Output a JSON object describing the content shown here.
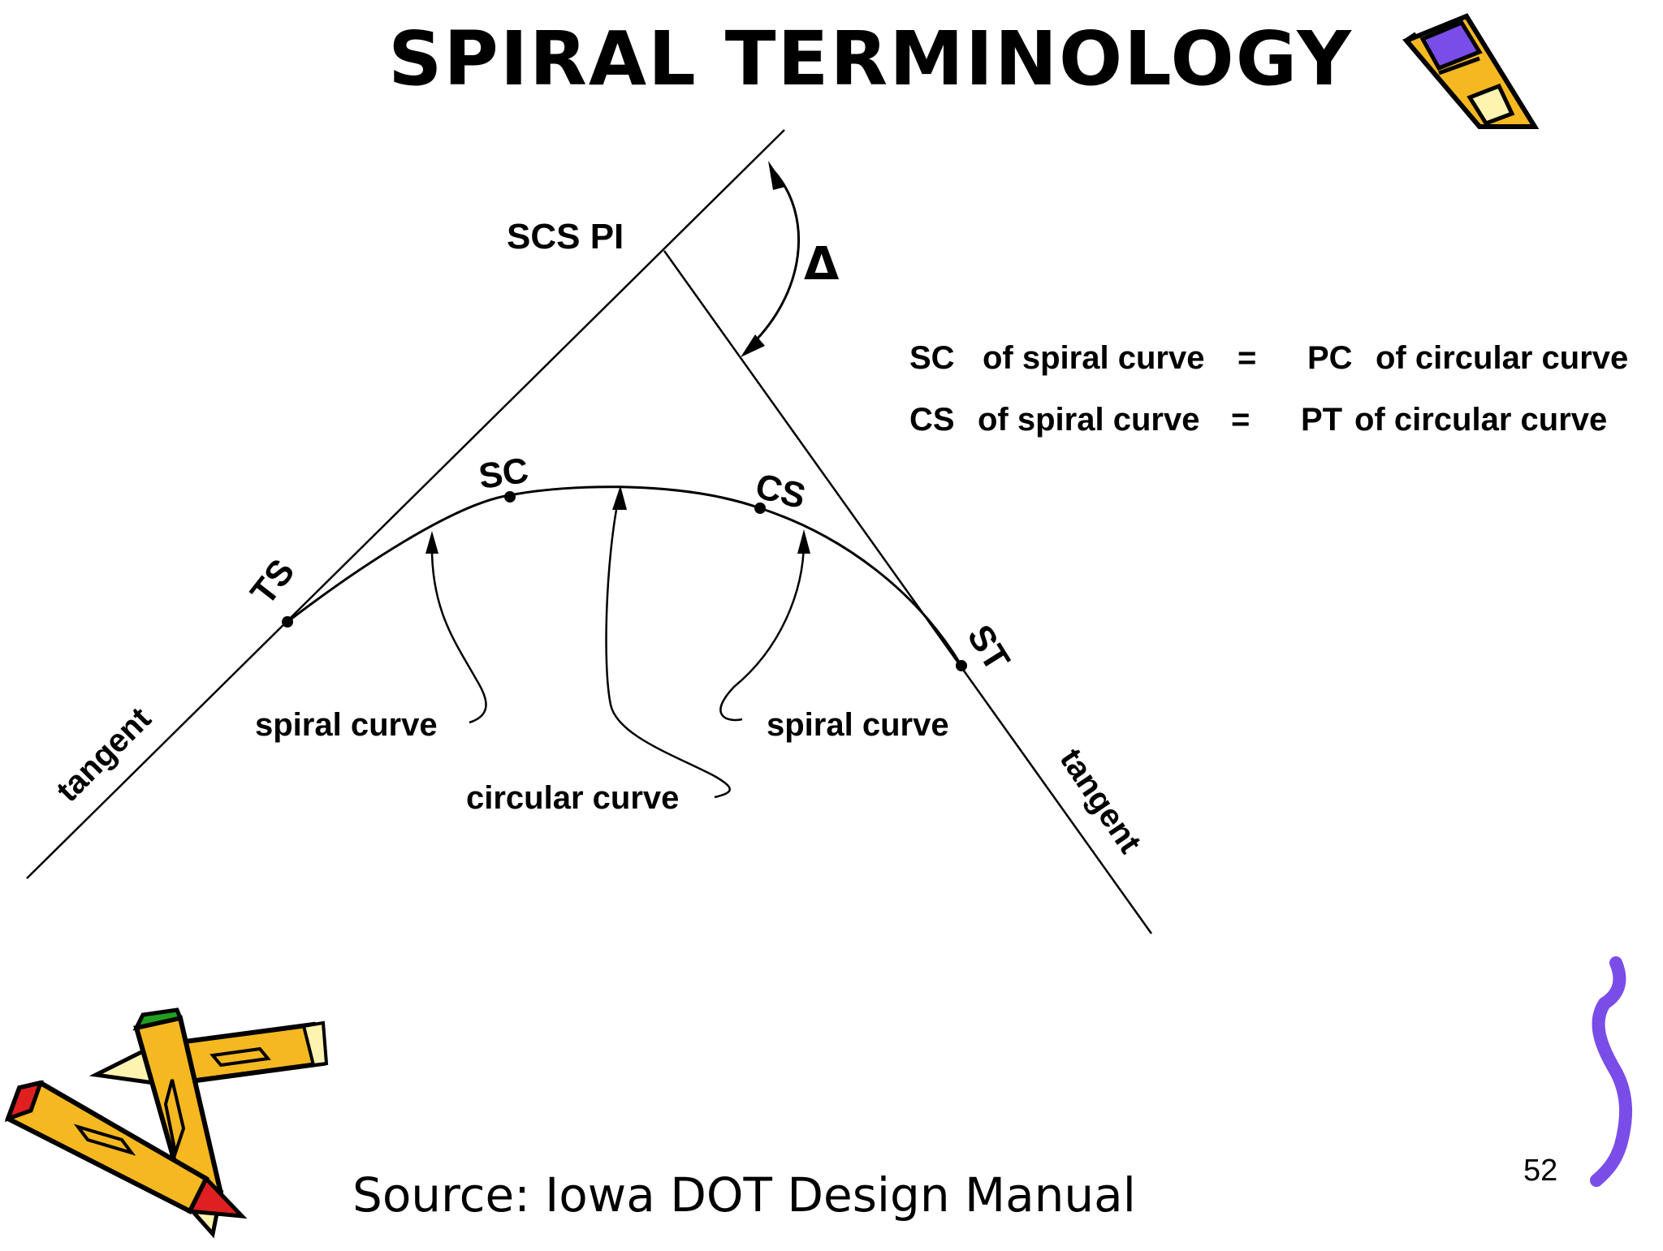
{
  "slide": {
    "title": "SPIRAL TERMINOLOGY",
    "source": "Source: Iowa DOT Design Manual",
    "page_number": "52"
  },
  "diagram": {
    "pi_label": "SCS  PI",
    "delta_symbol": "Δ",
    "points": {
      "ts": "TS",
      "sc": "SC",
      "cs": "CS",
      "st": "ST"
    },
    "tangent_left": "tangent",
    "tangent_right": "tangent",
    "spiral_left": "spiral curve",
    "spiral_right": "spiral curve",
    "circular": "circular curve"
  },
  "legend": {
    "row1": {
      "term": "SC",
      "lhs": "of spiral curve",
      "eq": "=",
      "term2": "PC",
      "rhs": "of circular curve"
    },
    "row2": {
      "term": "CS",
      "lhs": "of spiral curve",
      "eq": "=",
      "term2": "PT",
      "rhs": "of circular curve"
    }
  },
  "colors": {
    "pencil_yellow": "#f5b820",
    "pencil_purple": "#7a4de8",
    "pencil_red": "#e02020",
    "pencil_green": "#1fa01f",
    "ink": "#000000"
  },
  "icons": {
    "top_right": "pencil-icon",
    "bottom_left": "crossed-pencils-icon",
    "right_edge": "squiggle-icon"
  }
}
